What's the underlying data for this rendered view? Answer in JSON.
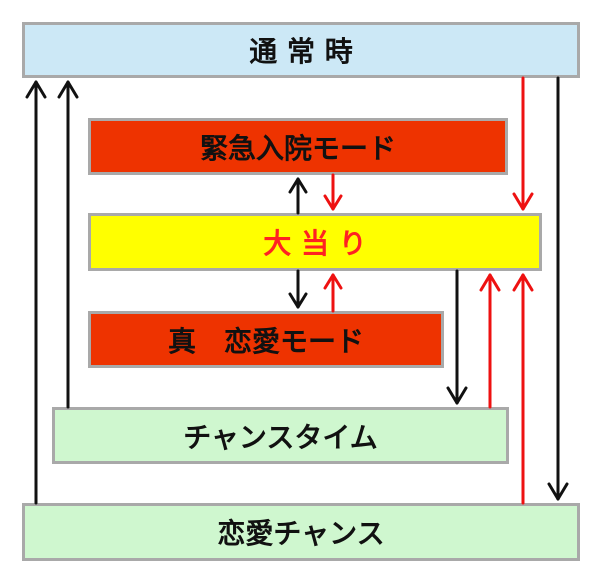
{
  "states": {
    "normal": {
      "label": "通 常 時",
      "fill": "#cce8f6"
    },
    "emergency": {
      "label": "緊急入院モード",
      "fill": "#ee3300"
    },
    "jackpot": {
      "label": "大 当 り",
      "fill": "#ffff00",
      "text_color": "#ff2222"
    },
    "true_love": {
      "label": "真　恋愛モード",
      "fill": "#ee3300"
    },
    "chance_time": {
      "label": "チャンスタイム",
      "fill": "#cff7cf"
    },
    "love_chance": {
      "label": "恋愛チャンス",
      "fill": "#cff7cf"
    }
  },
  "colors": {
    "black_arrow": "#111111",
    "red_arrow": "#ee1111",
    "border": "#a9a9a9"
  },
  "transitions": [
    {
      "from": "chance_time",
      "to": "normal",
      "color": "black"
    },
    {
      "from": "love_chance",
      "to": "normal",
      "color": "black"
    },
    {
      "from": "normal",
      "to": "jackpot",
      "color": "red"
    },
    {
      "from": "normal",
      "to": "love_chance",
      "color": "black"
    },
    {
      "from": "jackpot",
      "to": "emergency",
      "color": "black"
    },
    {
      "from": "emergency",
      "to": "jackpot",
      "color": "red"
    },
    {
      "from": "jackpot",
      "to": "true_love",
      "color": "black"
    },
    {
      "from": "true_love",
      "to": "jackpot",
      "color": "red"
    },
    {
      "from": "jackpot",
      "to": "chance_time",
      "color": "black"
    },
    {
      "from": "chance_time",
      "to": "jackpot",
      "color": "red"
    },
    {
      "from": "love_chance",
      "to": "jackpot",
      "color": "red"
    }
  ]
}
